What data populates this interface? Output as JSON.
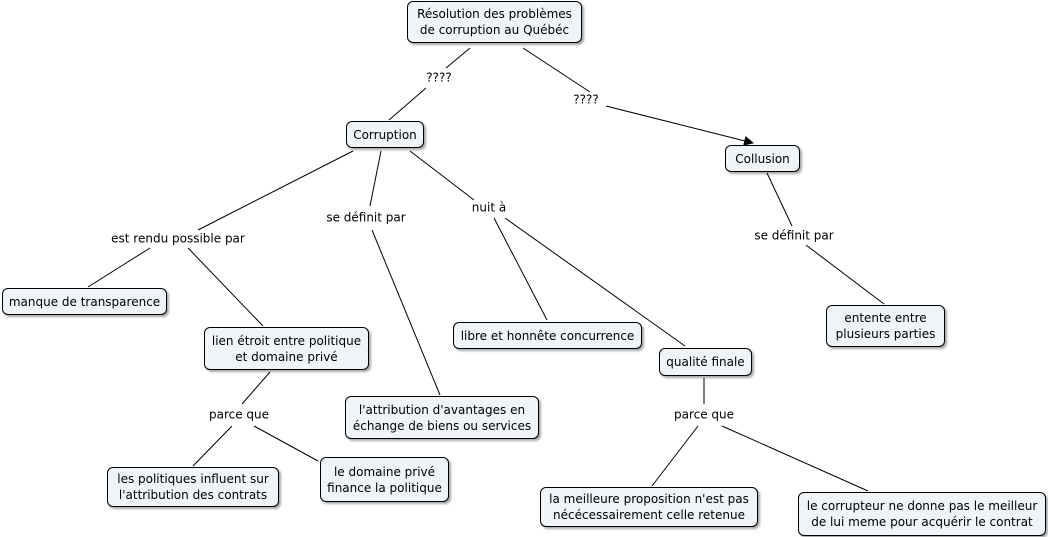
{
  "nodes": {
    "root": "Résolution des problèmes\nde corruption au Québéc",
    "corruption": "Corruption",
    "collusion": "Collusion",
    "manque": "manque de transparence",
    "lien": "lien étroit entre politique\net domaine privé",
    "attribution_avantages": "l'attribution d'avantages en\néchange de biens ou services",
    "libre": "libre et honnête concurrence",
    "qualite": "qualité finale",
    "entente": "entente entre\nplusieurs parties",
    "politiques": "les politiques influent sur\nl'attribution des contrats",
    "domaine": "le domaine privé\nfinance la politique",
    "meilleure": "la meilleure proposition n'est pas\nnécécessairement celle retenue",
    "corrupteur": "le corrupteur ne donne pas le meilleur\nde lui meme pour acquérir le contrat"
  },
  "links": {
    "root_corruption": "????",
    "root_collusion": "????",
    "est_rendu": "est rendu possible par",
    "se_definit_corruption": "se définit par",
    "nuit": "nuit à",
    "se_definit_collusion": "se définit par",
    "parce_que_lien": "parce que",
    "parce_que_qualite": "parce que"
  }
}
